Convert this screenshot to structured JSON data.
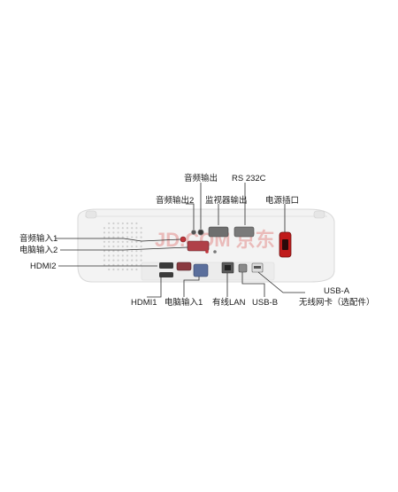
{
  "labels": {
    "audio_out": "音频输出",
    "rs232c": "RS 232C",
    "audio_out2": "音频输出2",
    "monitor_out": "监视器输出",
    "power_socket": "电源插口",
    "audio_in1": "音频输入1",
    "pc_in2": "电脑输入2",
    "hdmi2": "HDMI2",
    "hdmi1": "HDMI1",
    "pc_in1": "电脑输入1",
    "lan": "有线LAN",
    "usb_b": "USB-B",
    "usb_a": "USB-A",
    "wireless_card": "无线网卡（选配件）"
  },
  "watermark": "JD.COM 京东",
  "colors": {
    "body": "#f2f2f2",
    "outline": "#d6d6d6",
    "leader": "#2a2a2a",
    "port_dark": "#3a3a3a",
    "vga_blue": "#5b6f9c",
    "audio_red": "#c0343a",
    "power_red": "#c01b1b"
  }
}
